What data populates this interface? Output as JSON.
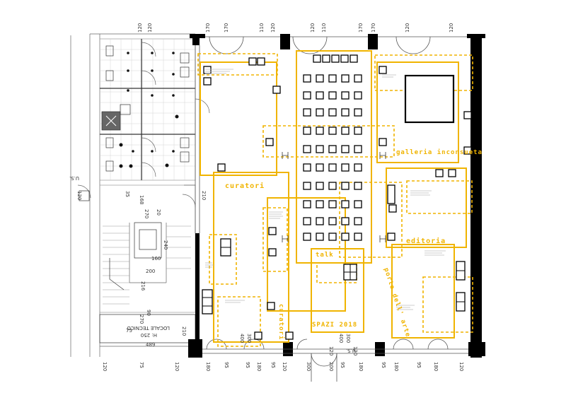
{
  "plan": {
    "areas": {
      "curatori_top": "curatori",
      "talk": "talk",
      "galleria": "galleria inconsueta",
      "editoria": "editoria",
      "porto": "porto dell' arte",
      "spazi": "SPAZI 2018",
      "curatori_vert": "curatori"
    },
    "room": {
      "locale_tecnico": "LOCALE TECNICO",
      "locale_h": "H: 250"
    },
    "exits": {
      "us_left": "U.S.",
      "us_bottom": "U.S."
    },
    "dims": {
      "top": [
        "120",
        "120",
        "170",
        "170",
        "110",
        "120",
        "120",
        "110",
        "170",
        "170",
        "120",
        "120"
      ],
      "bottom": [
        "120",
        "75",
        "120",
        "180",
        "95",
        "95",
        "180",
        "95",
        "120",
        "300",
        "200",
        "95",
        "180",
        "95",
        "180",
        "95",
        "180",
        "120"
      ],
      "left": [
        "35",
        "168",
        "270",
        "240",
        "160",
        "200",
        "216",
        "90",
        "270",
        "75",
        "489",
        "210"
      ],
      "misc": [
        "210",
        "120",
        "20",
        "120",
        "120",
        "400",
        "300",
        "400",
        "300"
      ]
    },
    "colors": {
      "accent": "#f0b400",
      "wall": "#000000",
      "line": "#555555"
    }
  }
}
